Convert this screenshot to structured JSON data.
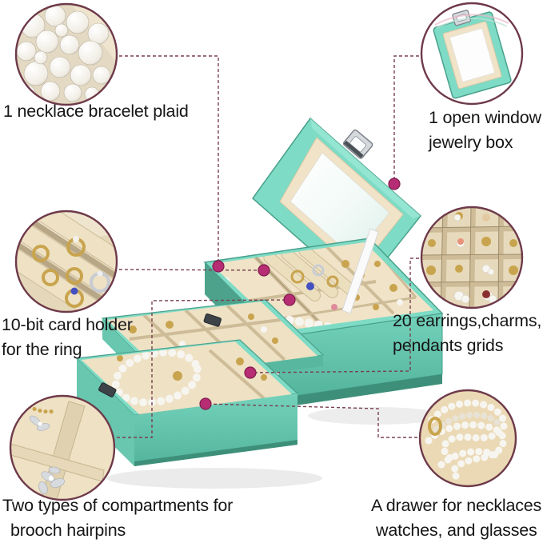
{
  "image_type": "annotated product infographic",
  "product": "3-layer mint-green jewelry box with open glass-window lid and two pull-out drawers",
  "colors": {
    "background": "#ffffff",
    "box_teal": "#7edbc5",
    "box_teal_dark": "#57b89f",
    "velvet_cream": "#f0e3c7",
    "leader_line": "#7a4050",
    "circle_border": "#6e3a4a",
    "marker_dot": "#b62d74",
    "text": "#161616",
    "gold": "#c9a44e",
    "pearl": "#f7f5f0"
  },
  "callouts": [
    {
      "id": "necklace-plaid",
      "position": "top-left",
      "inset_subject": "white pearl beads inside a tray compartment",
      "lines": [
        "1 necklace bracelet plaid"
      ]
    },
    {
      "id": "open-window-box",
      "position": "top-right",
      "inset_subject": "open glass window lid with metal clasp",
      "lines": [
        "1 open window",
        "jewelry box"
      ]
    },
    {
      "id": "ring-card-holder",
      "position": "middle-left",
      "inset_subject": "velvet ring rolls holding rings",
      "lines": [
        "10-bit card holder",
        "for the ring"
      ]
    },
    {
      "id": "earring-grids",
      "position": "middle-right",
      "inset_subject": "grid compartments filled with charms",
      "lines": [
        "20 earrings,charms,",
        "pendants grids"
      ]
    },
    {
      "id": "brooch-compartments",
      "position": "bottom-left",
      "inset_subject": "open compartments with brooches and hairpins",
      "lines": [
        "Two types of compartments for",
        "brooch hairpins"
      ]
    },
    {
      "id": "necklace-drawer",
      "position": "bottom-right",
      "inset_subject": "coiled pearl necklaces inside a drawer",
      "lines": [
        "A drawer for necklaces,",
        "watches, and glasses"
      ]
    }
  ]
}
